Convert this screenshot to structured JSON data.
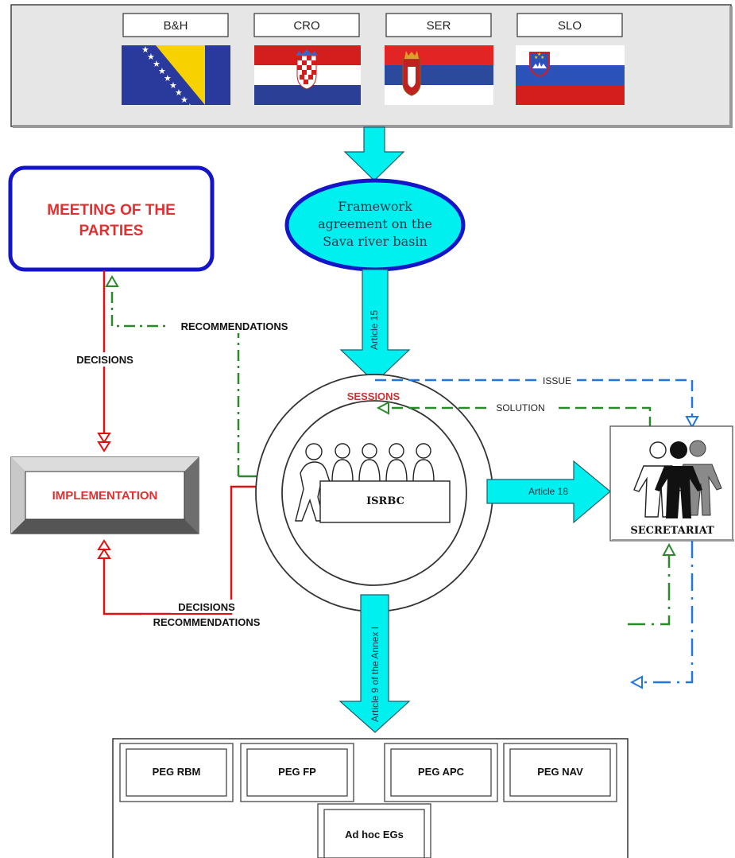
{
  "countries": [
    {
      "code": "B&H",
      "flag_icon": "flag-bosnia-herzegovina-icon"
    },
    {
      "code": "CRO",
      "flag_icon": "flag-croatia-icon"
    },
    {
      "code": "SER",
      "flag_icon": "flag-serbia-icon"
    },
    {
      "code": "SLO",
      "flag_icon": "flag-slovenia-icon"
    }
  ],
  "framework": {
    "line1": "Framework",
    "line2": "agreement on the",
    "line3": "Sava river basin"
  },
  "meeting": {
    "line1": "MEETING OF THE",
    "line2": "PARTIES"
  },
  "implementation": {
    "label": "IMPLEMENTATION"
  },
  "labels": {
    "recommendations": "RECOMMENDATIONS",
    "decisions": "DECISIONS",
    "decisions_bottom": "DECISIONS",
    "recommendations_bottom": "RECOMMENDATIONS",
    "article15": "Article 15",
    "article18": "Article 18",
    "article9": "Article 9 of the Annex I",
    "issue": "ISSUE",
    "solution": "SOLUTION"
  },
  "sessions": {
    "title": "SESSIONS",
    "name": "ISRBC"
  },
  "secretariat": {
    "label": "SECRETARIAT"
  },
  "peg": [
    "PEG RBM",
    "PEG FP",
    "PEG APC",
    "PEG NAV"
  ],
  "adhoc": {
    "label": "Ad hoc EGs"
  },
  "colors": {
    "cyan": "#00f0f0",
    "blue_border": "#1414c8",
    "red": "#e01010",
    "green": "#2a8a2a",
    "dash_blue": "#2277dd",
    "sessions_red": "#d03030",
    "label_red": "#e03030",
    "panel": "#e6e6e6"
  }
}
